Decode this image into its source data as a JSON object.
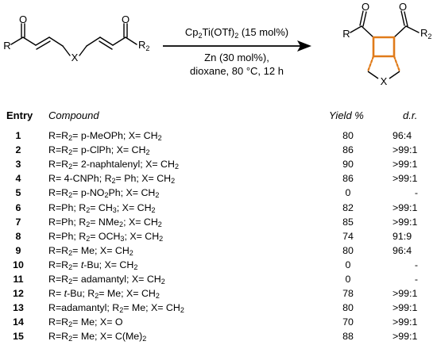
{
  "scheme": {
    "reagent_top": "Cp2Ti(OTf)2 (15 mol%)",
    "conditions_line1": "Zn (30 mol%),",
    "conditions_line2": "dioxane, 80 °C, 12 h",
    "atoms": {
      "O": "O",
      "R": "R",
      "X": "X",
      "R2": "R2"
    },
    "accent_color": "#e07b1a"
  },
  "table": {
    "headers": {
      "entry": "Entry",
      "compound": "Compound",
      "yield": "Yield %",
      "dr": "d.r."
    },
    "rows": [
      {
        "entry": "1",
        "compound": "R=R2= p-MeOPh; X= CH2",
        "yield": "80",
        "dr": "96:4"
      },
      {
        "entry": "2",
        "compound": "R=R2= p-ClPh; X= CH2",
        "yield": "86",
        "dr": ">99:1"
      },
      {
        "entry": "3",
        "compound": "R=R2= 2-naphtalenyl; X= CH2",
        "yield": "90",
        "dr": ">99:1"
      },
      {
        "entry": "4",
        "compound": "R= 4-CNPh; R2= Ph; X= CH2",
        "yield": "86",
        "dr": ">99:1"
      },
      {
        "entry": "5",
        "compound": "R=R2= p-NO2Ph; X= CH2",
        "yield": "0",
        "dr": "-"
      },
      {
        "entry": "6",
        "compound": "R=Ph; R2= CH3; X= CH2",
        "yield": "82",
        "dr": ">99:1"
      },
      {
        "entry": "7",
        "compound": "R=Ph; R2= NMe2; X= CH2",
        "yield": "85",
        "dr": ">99:1"
      },
      {
        "entry": "8",
        "compound": "R=Ph; R2= OCH3; X= CH2",
        "yield": "74",
        "dr": "91:9"
      },
      {
        "entry": "9",
        "compound": "R=R2= Me; X= CH2",
        "yield": "80",
        "dr": "96:4"
      },
      {
        "entry": "10",
        "compound": "R=R2= t-Bu; X= CH2",
        "yield": "0",
        "dr": "-"
      },
      {
        "entry": "11",
        "compound": "R=R2= adamantyl; X= CH2",
        "yield": "0",
        "dr": "-"
      },
      {
        "entry": "12",
        "compound": "R= t-Bu; R2= Me; X= CH2",
        "yield": "78",
        "dr": ">99:1"
      },
      {
        "entry": "13",
        "compound": "R=adamantyl; R2= Me; X= CH2",
        "yield": "80",
        "dr": ">99:1"
      },
      {
        "entry": "14",
        "compound": "R=R2= Me; X= O",
        "yield": "70",
        "dr": ">99:1"
      },
      {
        "entry": "15",
        "compound": "R=R2= Me; X= C(Me)2",
        "yield": "88",
        "dr": ">99:1"
      }
    ]
  }
}
